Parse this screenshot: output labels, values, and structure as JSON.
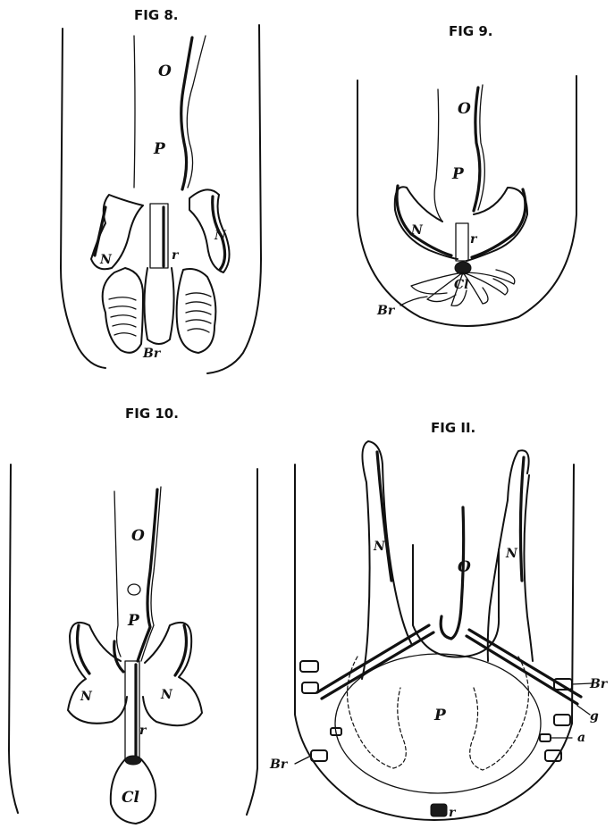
{
  "figures": {
    "fig8": {
      "title": "FIG 8.",
      "labels": {
        "o": "O",
        "p": "P",
        "n_left": "N",
        "n_right": "N",
        "r": "r",
        "br": "Br"
      }
    },
    "fig9": {
      "title": "FIG 9.",
      "labels": {
        "o": "O",
        "p": "P",
        "n": "N",
        "r": "r",
        "cl": "Cl",
        "br": "Br"
      }
    },
    "fig10": {
      "title": "FIG 10.",
      "labels": {
        "o": "O",
        "p": "P",
        "n_left": "N",
        "n_right": "N",
        "r": "r",
        "cl": "Cl"
      }
    },
    "fig11": {
      "title": "FIG II.",
      "labels": {
        "o": "O",
        "p": "P",
        "n_left": "N",
        "n_right": "N",
        "br_left": "Br",
        "br_right": "Br",
        "g": "g",
        "a": "a",
        "r": "r"
      }
    }
  }
}
